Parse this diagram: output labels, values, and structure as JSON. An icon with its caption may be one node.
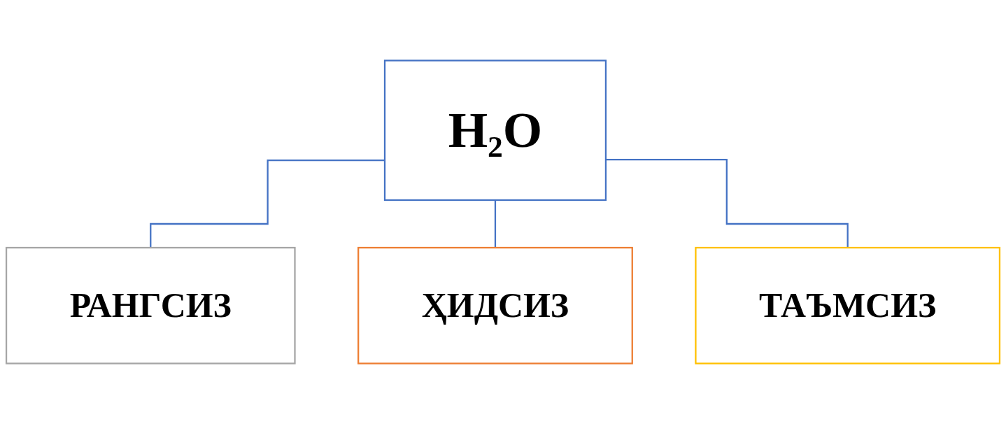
{
  "diagram": {
    "nodes": [
      {
        "text": [
          "H₂O"
        ]
      },
      {
        "text": [
          "РАНГСИЗ"
        ]
      },
      {
        "text": [
          "ҲИДСИЗ"
        ]
      },
      {
        "text": [
          "ТАЪМСИЗ"
        ]
      }
    ],
    "edges": [
      {
        "from": 0,
        "to": 1,
        "arrow": "none"
      },
      {
        "from": 0,
        "to": 2,
        "arrow": "none"
      },
      {
        "from": 0,
        "to": 3,
        "arrow": "none"
      }
    ]
  }
}
